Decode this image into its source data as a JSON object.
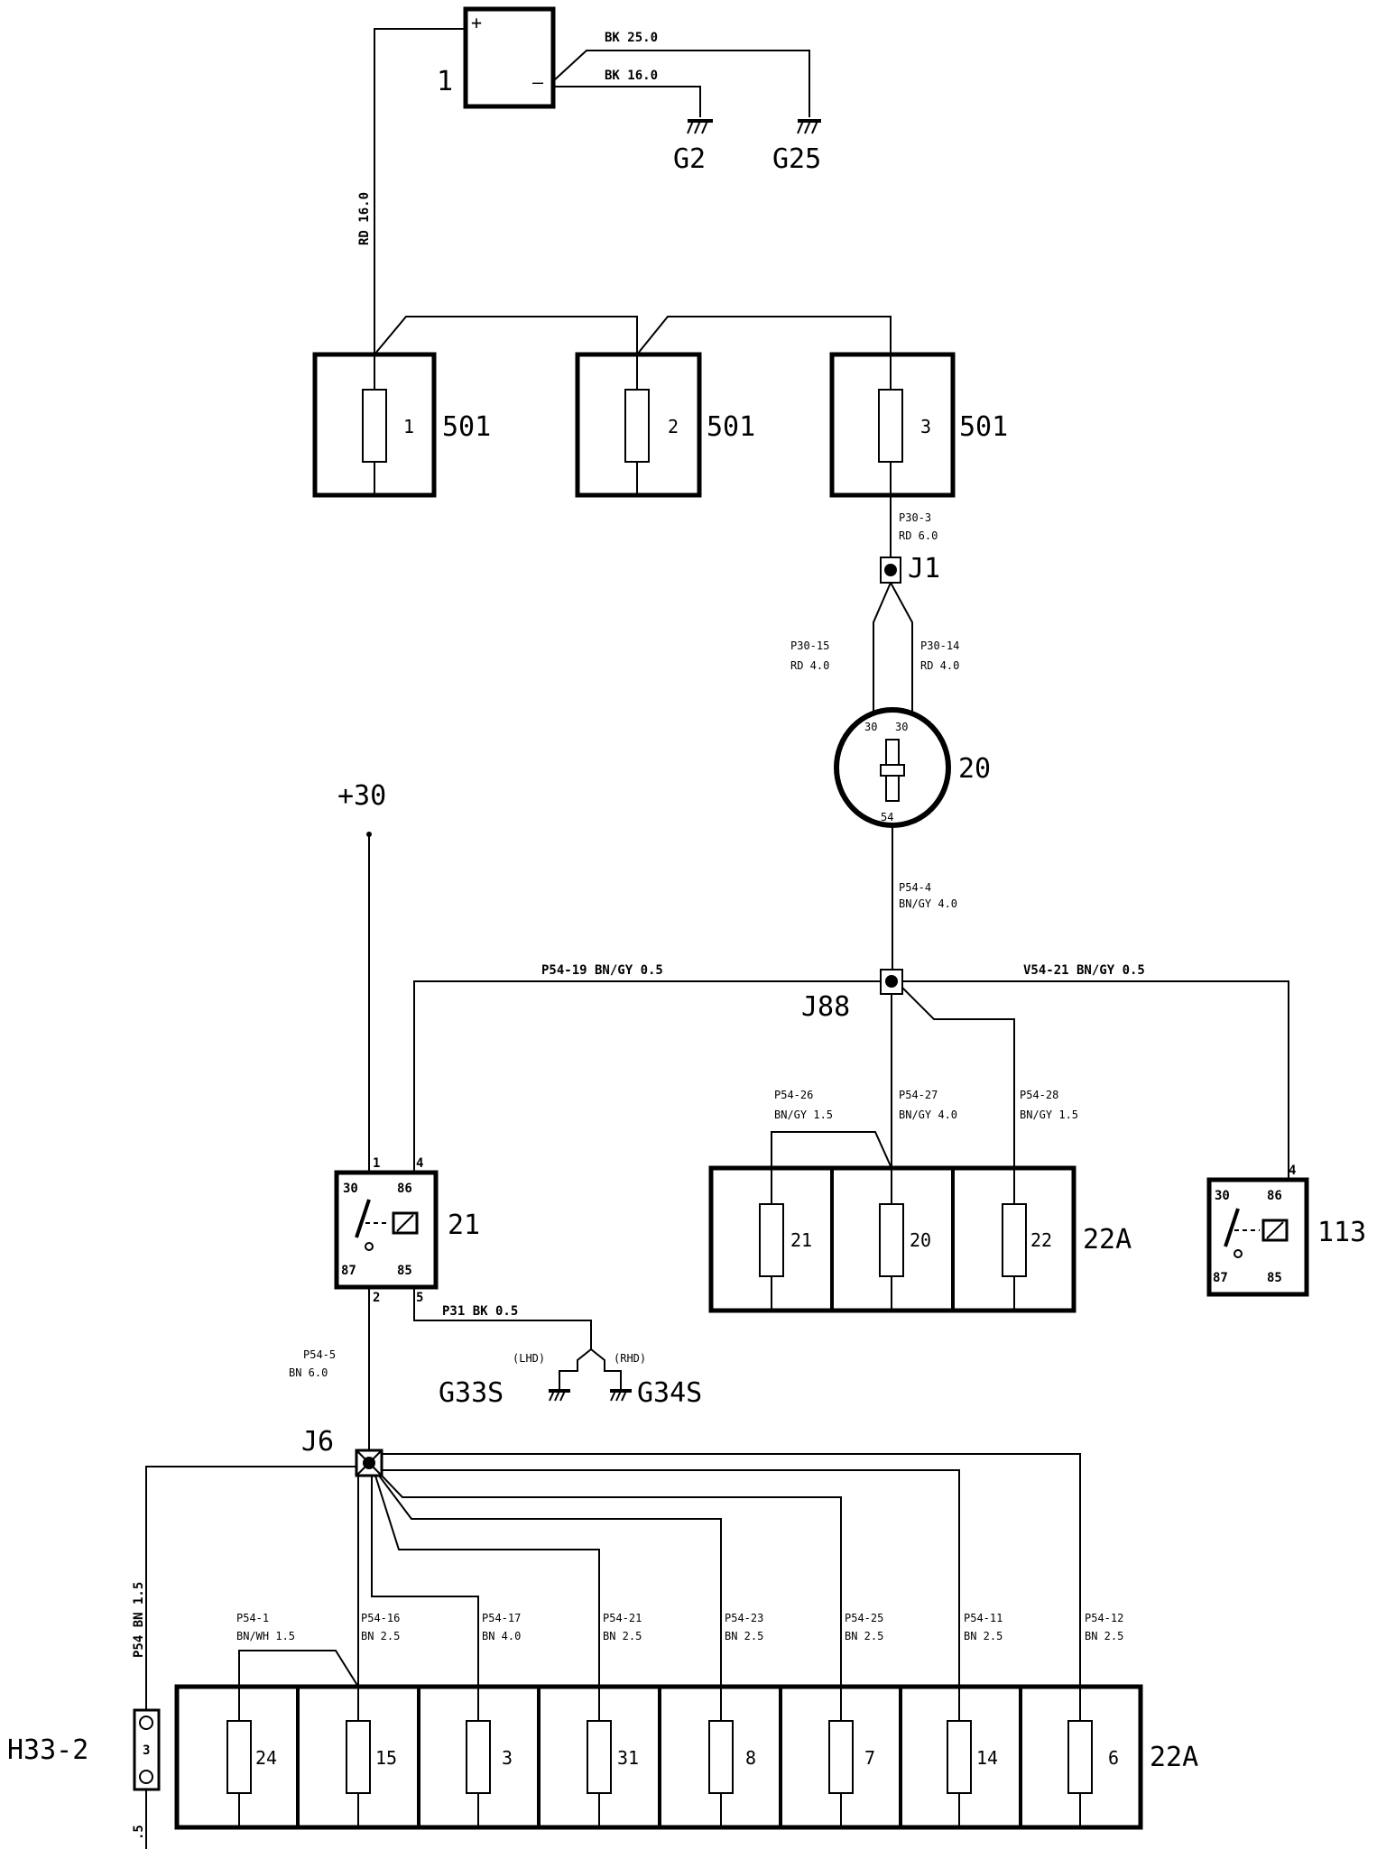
{
  "battery": {
    "number": "1",
    "plus": "+",
    "minus": "–"
  },
  "grounds": {
    "g2": "G2",
    "g25": "G25",
    "g33s": "G33S",
    "g34s": "G34S",
    "lhd": "(LHD)",
    "rhd": "(RHD)"
  },
  "wires": {
    "bk25": "BK 25.0",
    "bk16": "BK 16.0",
    "rd16": "RD 16.0",
    "p30_3": "P30-3",
    "p30_3b": "RD 6.0",
    "p30_15": "P30-15",
    "p30_15b": "RD 4.0",
    "p30_14": "P30-14",
    "p30_14b": "RD 4.0",
    "p54_4": "P54-4",
    "p54_4b": "BN/GY 4.0",
    "p54_19": "P54-19 BN/GY  0.5",
    "v54_21": "V54-21 BN/GY 0.5",
    "p54_26": "P54-26",
    "p54_26b": "BN/GY 1.5",
    "p54_27": "P54-27",
    "p54_27b": "BN/GY 4.0",
    "p54_28": "P54-28",
    "p54_28b": "BN/GY 1.5",
    "p31": "P31 BK 0.5",
    "p54_5": "P54-5",
    "p54_5b": "BN 6.0",
    "p54bn15": "P54 BN 1.5",
    "p54_1": "P54-1",
    "p54_1b": "BN/WH 1.5",
    "p54_16": "P54-16",
    "p54_16b": "BN 2.5",
    "p54_17": "P54-17",
    "p54_17b": "BN 4.0",
    "p54_21": "P54-21",
    "p54_21b": "BN 2.5",
    "p54_23": "P54-23",
    "p54_23b": "BN 2.5",
    "p54_25": "P54-25",
    "p54_25b": "BN 2.5",
    "p54_11": "P54-11",
    "p54_11b": "BN  2.5",
    "p54_12": "P54-12",
    "p54_12b": "BN 2.5",
    "bottom_stub": ".5"
  },
  "fusebox501": {
    "label": "501",
    "fuses": [
      "1",
      "2",
      "3"
    ]
  },
  "junctions": {
    "j1": "J1",
    "j88": "J88",
    "j6": "J6"
  },
  "ignition": {
    "number": "20",
    "pin_a": "30",
    "pin_b": "30",
    "pin_out": "54"
  },
  "plus30": "+30",
  "relay21": {
    "number": "21",
    "pin_1": "1",
    "pin_4": "4",
    "pin_2": "2",
    "pin_5": "5",
    "t30": "30",
    "t86": "86",
    "t87": "87",
    "t85": "85"
  },
  "relay113": {
    "number": "113",
    "pin_4": "4",
    "t30": "30",
    "t86": "86",
    "t87": "87",
    "t85": "85"
  },
  "fusebox22a_top": {
    "label": "22A",
    "fuses": [
      "21",
      "20",
      "22"
    ]
  },
  "fusebox22a_bottom": {
    "label": "22A",
    "fuses": [
      "24",
      "15",
      "3",
      "31",
      "8",
      "7",
      "14",
      "6"
    ]
  },
  "connector_h33": {
    "label": "H33-2",
    "pin": "3"
  }
}
